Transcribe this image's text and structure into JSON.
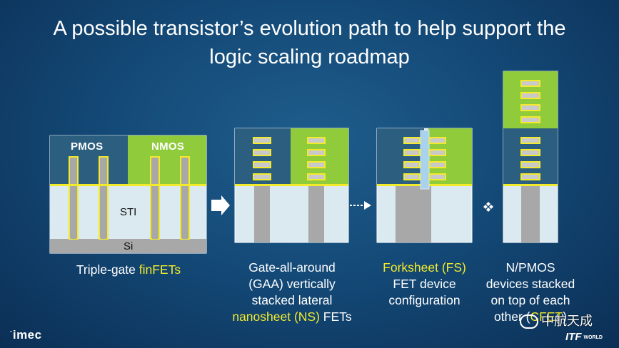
{
  "title": {
    "line1": "A possible transistor’s evolution path to help support the",
    "line2": "logic scaling roadmap"
  },
  "finfet": {
    "pmos_label": "PMOS",
    "nmos_label": "NMOS",
    "sti_label": "STI",
    "si_label": "Si",
    "caption_line1_text": "Triple-gate ",
    "caption_line1_highlight": "finFETs"
  },
  "gaa": {
    "caption_line1": "Gate-all-around",
    "caption_line2": "(GAA) vertically",
    "caption_line3": "stacked lateral",
    "caption_line4_highlight": "nanosheet (NS)",
    "caption_line4_text": " FETs"
  },
  "forksheet": {
    "caption_line1_highlight": "Forksheet (FS)",
    "caption_line2": "FET device",
    "caption_line3": "configuration"
  },
  "cfet": {
    "caption_line1": "N/PMOS",
    "caption_line2": "devices stacked",
    "caption_line3": "on top of each",
    "caption_line4_text": "other (",
    "caption_line4_highlight": "CFET",
    "caption_line4_end": ")"
  },
  "colors": {
    "pmos": "#2c5f7f",
    "nmos": "#8fcb3a",
    "sti": "#dbe9f1",
    "si": "#a8a8a8",
    "gate_highlight": "#f3ea2b",
    "arrow": "#ffffff"
  },
  "logos": {
    "imec": "imec",
    "watermark": "中航天成",
    "itf": "ITF",
    "itf_sub": "WORLD"
  }
}
